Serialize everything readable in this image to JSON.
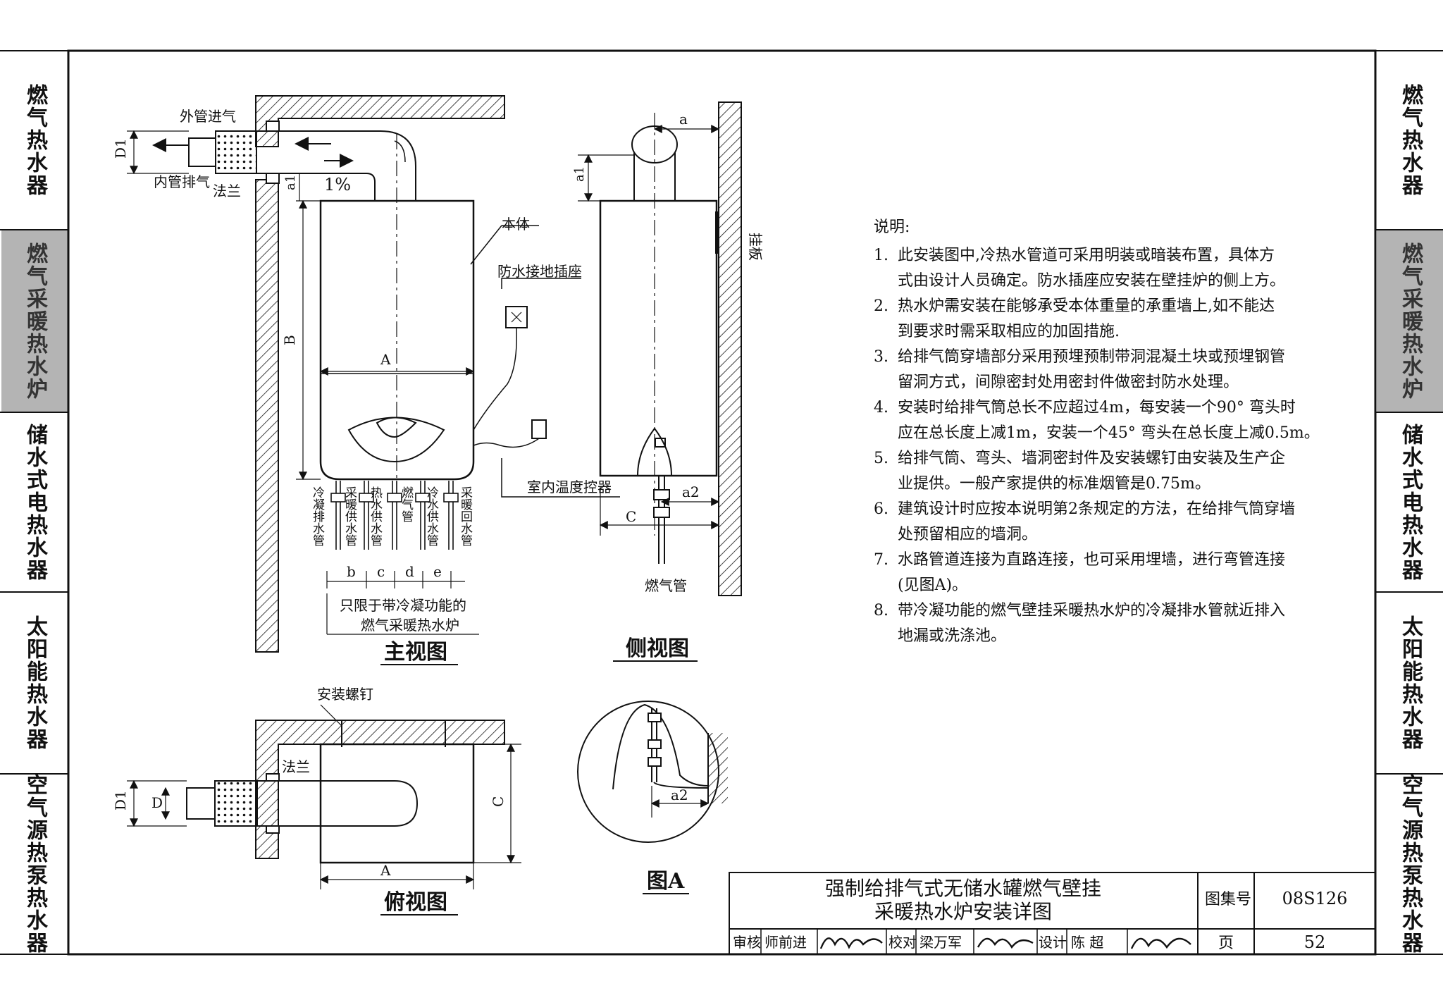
{
  "left_tabs": [
    {
      "label": "燃气热水器",
      "active": false
    },
    {
      "label": "燃气采暖热水炉",
      "active": true
    },
    {
      "label": "储水式电热水器",
      "active": false
    },
    {
      "label": "太阳能热水器",
      "active": false
    },
    {
      "label": "空气源热泵热水器",
      "active": false
    }
  ],
  "right_tabs": [
    {
      "label": "燃气热水器",
      "active": false
    },
    {
      "label": "燃气采暖热水炉",
      "active": true
    },
    {
      "label": "储水式电热水器",
      "active": false
    },
    {
      "label": "太阳能热水器",
      "active": false
    },
    {
      "label": "空气源热泵热水器",
      "active": false
    }
  ],
  "front_view": {
    "caption": "主视图",
    "labels": {
      "outer_intake": "外管进气",
      "inner_exhaust": "内管排气",
      "flange": "法兰",
      "slope": "1%",
      "body": "本体",
      "socket": "防水接地插座",
      "thermostat": "室内温度控器",
      "condensing_note_1": "只限于带冷凝功能的",
      "condensing_note_2": "燃气采暖热水炉",
      "dim_D1": "D1",
      "dim_a1": "a1",
      "dim_B": "B",
      "dim_A": "A",
      "dim_b": "b",
      "dim_c": "c",
      "dim_d": "d",
      "dim_e": "e"
    },
    "pipes": [
      "冷凝排水管",
      "采暖供水管",
      "热水供水管",
      "燃气管",
      "冷水供水管",
      "采暖回水管"
    ]
  },
  "side_view": {
    "caption": "侧视图",
    "labels": {
      "dim_a": "a",
      "dim_a1": "a1",
      "hanger": "挂板",
      "dim_a2": "a2",
      "dim_C": "C",
      "gas_pipe": "燃气管"
    }
  },
  "top_view": {
    "caption": "俯视图",
    "labels": {
      "screw": "安装螺钉",
      "flange": "法兰",
      "dim_D1": "D1",
      "dim_D": "D",
      "dim_C": "C",
      "dim_A": "A"
    }
  },
  "detail_a": {
    "caption": "图A",
    "labels": {
      "dim_a2": "a2"
    }
  },
  "notes": {
    "title": "说明:",
    "items": [
      {
        "num": "1.",
        "lines": [
          "此安装图中,冷热水管道可采用明装或暗装布置，具体方",
          "式由设计人员确定。防水插座应安装在壁挂炉的侧上方。"
        ]
      },
      {
        "num": "2.",
        "lines": [
          "热水炉需安装在能够承受本体重量的承重墙上,如不能达",
          "到要求时需采取相应的加固措施."
        ]
      },
      {
        "num": "3.",
        "lines": [
          "给排气筒穿墙部分采用预埋预制带洞混凝土块或预埋钢管",
          "留洞方式，间隙密封处用密封件做密封防水处理。"
        ]
      },
      {
        "num": "4.",
        "lines": [
          "安装时给排气筒总长不应超过4m，每安装一个90° 弯头时",
          "应在总长度上减1m，安装一个45° 弯头在总长度上减0.5m。"
        ]
      },
      {
        "num": "5.",
        "lines": [
          "给排气筒、弯头、墙洞密封件及安装螺钉由安装及生产企",
          "业提供。一般产家提供的标准烟管是0.75m。"
        ]
      },
      {
        "num": "6.",
        "lines": [
          "建筑设计时应按本说明第2条规定的方法，在给排气筒穿墙",
          "处预留相应的墙洞。"
        ]
      },
      {
        "num": "7.",
        "lines": [
          "水路管道连接为直路连接，也可采用埋墙，进行弯管连接",
          "(见图A)。"
        ]
      },
      {
        "num": "8.",
        "lines": [
          "带冷凝功能的燃气壁挂采暖热水炉的冷凝排水管就近排入",
          "地漏或洗涤池。"
        ]
      }
    ]
  },
  "title_block": {
    "title_line1": "强制给排气式无储水罐燃气壁挂",
    "title_line2": "采暖热水炉安装详图",
    "atlas_label": "图集号",
    "atlas_no": "08S126",
    "page_label": "页",
    "page_no": "52",
    "review_label": "审核",
    "reviewer": "师前进",
    "check_label": "校对",
    "checker": "梁万军",
    "design_label": "设计",
    "designer": "陈 超"
  }
}
